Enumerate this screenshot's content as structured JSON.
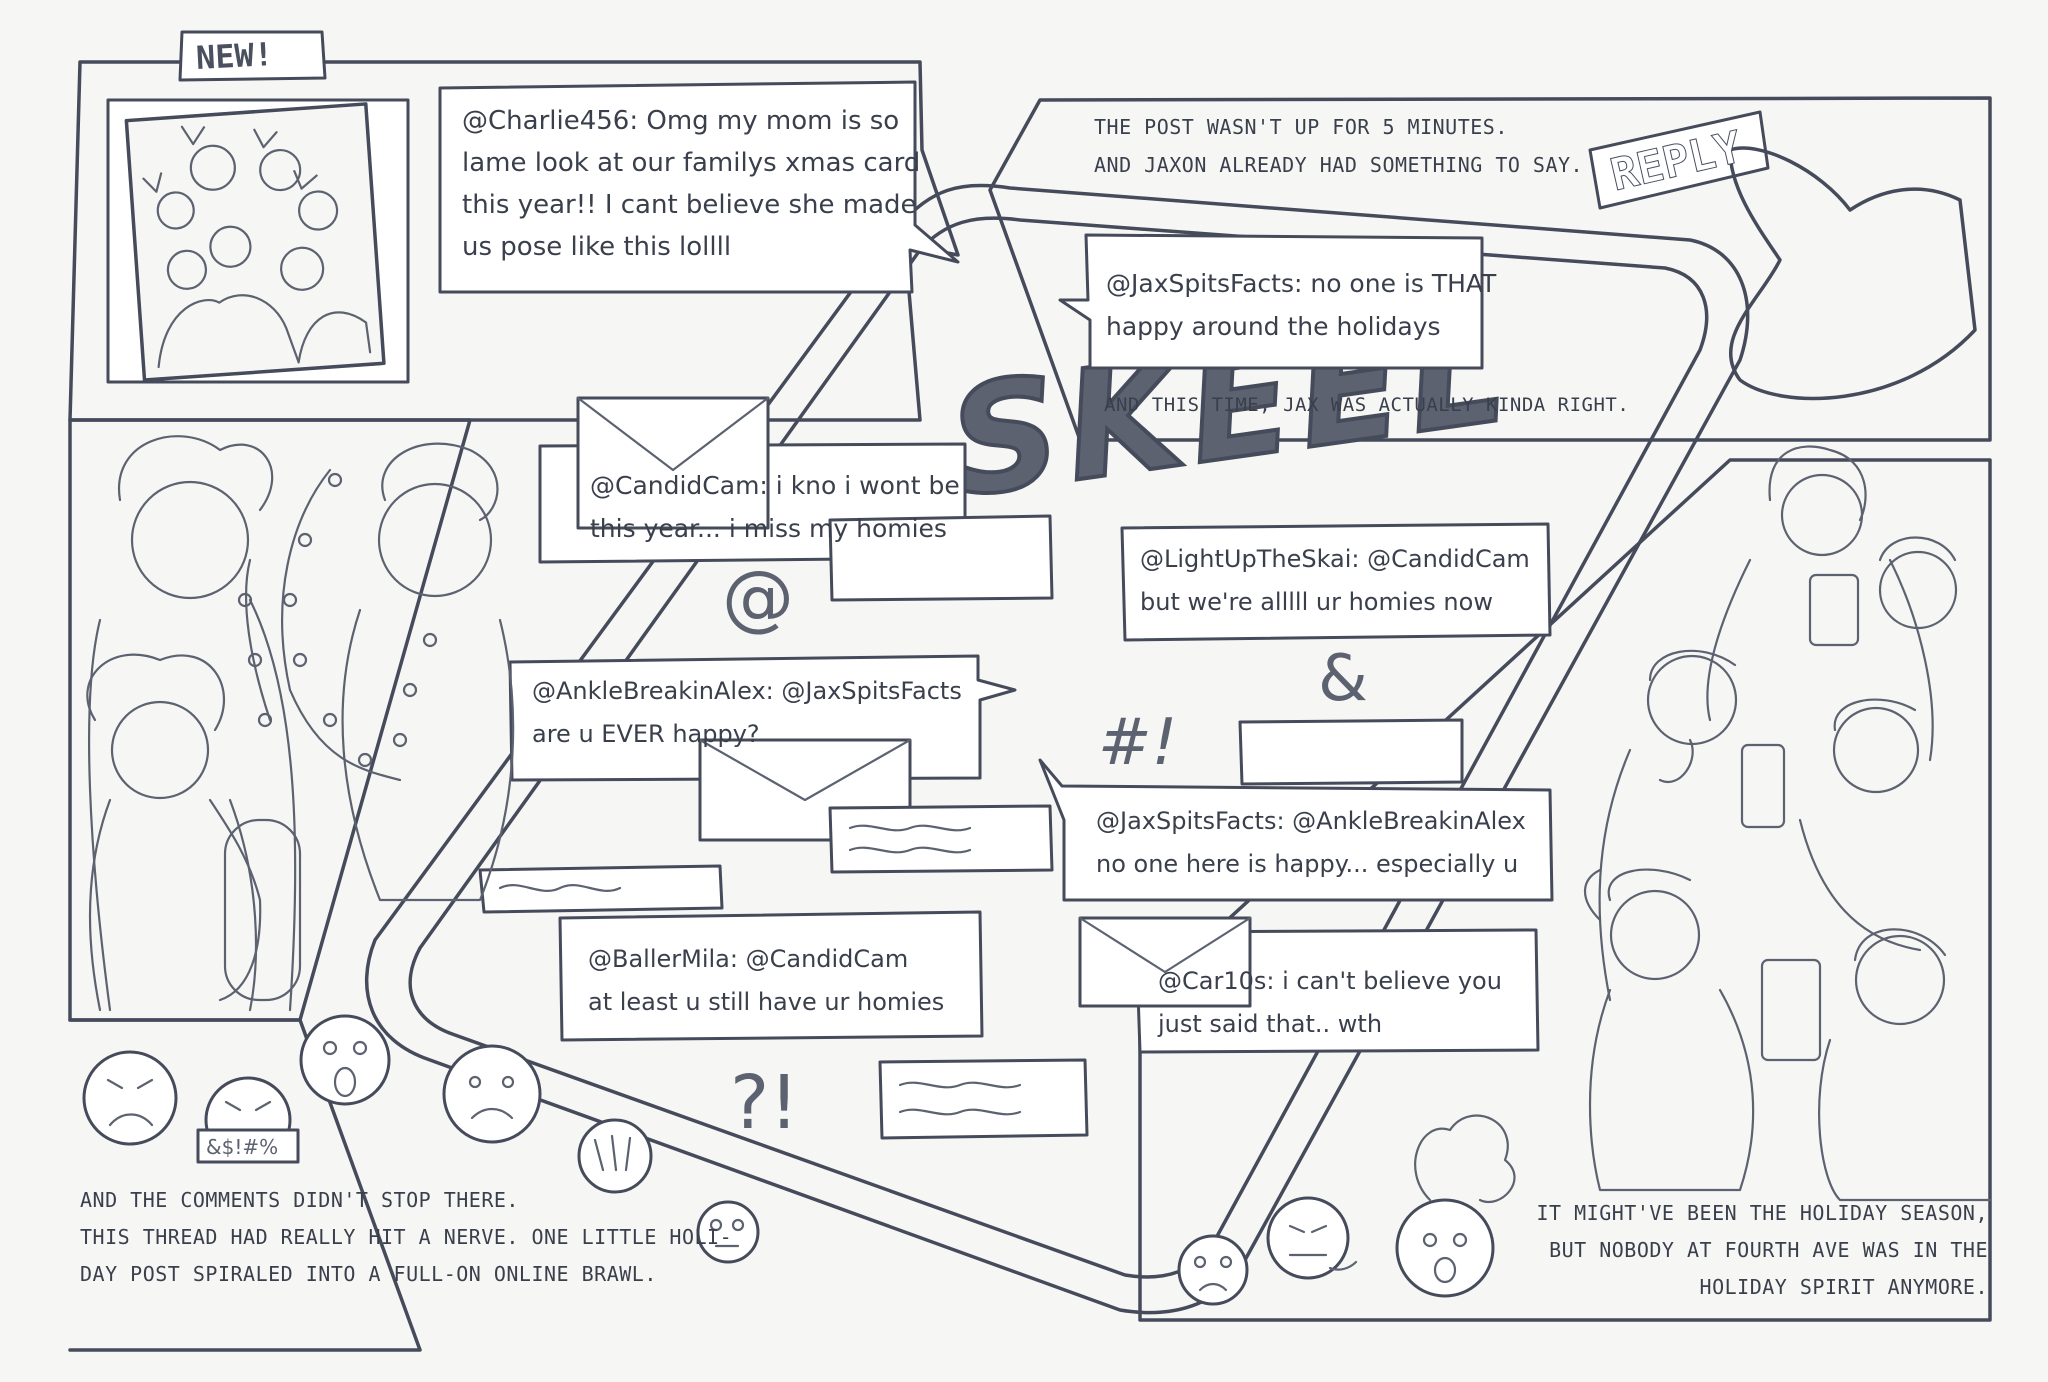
{
  "new_label": "NEW!",
  "reply_label": "REPLY",
  "app_logo": "SKEEL",
  "charlie_post": {
    "line1": "@Charlie456: Omg my mom is so",
    "line2": "lame look at our familys xmas card",
    "line3": "this year!! I cant believe she made",
    "line4": "us pose like this lollll"
  },
  "caption_top": {
    "line1": "THE POST WASN'T UP FOR 5 MINUTES.",
    "line2": "AND JAXON ALREADY HAD SOMETHING TO SAY."
  },
  "jax_post": {
    "line1": "@JaxSpitsFacts: no one is THAT",
    "line2": "happy around the holidays"
  },
  "caption_mid": "AND THIS TIME, JAX WAS ACTUALLY KINDA RIGHT.",
  "candid_post": {
    "line1": "@CandidCam: i kno i wont be",
    "line2": "this year... i miss my homies"
  },
  "lightup_post": {
    "line1": "@LightUpTheSkai: @CandidCam",
    "line2": "but we're alllll ur homies now"
  },
  "alex_post": {
    "line1": "@AnkleBreakinAlex: @JaxSpitsFacts",
    "line2": "are u EVER happy?"
  },
  "jax_reply": {
    "line1": "@JaxSpitsFacts: @AnkleBreakinAlex",
    "line2": "no one here is happy... especially u"
  },
  "mila_post": {
    "line1": "@BallerMila: @CandidCam",
    "line2": "at least u still have ur homies"
  },
  "carlos_post": {
    "line1": "@Car10s: i can't believe you",
    "line2": "just said that.. wth"
  },
  "caption_bottom_left": {
    "line1": "AND THE COMMENTS DIDN'T STOP THERE.",
    "line2": "THIS THREAD HAD REALLY HIT A NERVE. ONE LITTLE HOLI-",
    "line3": "DAY POST SPIRALED INTO A FULL-ON ONLINE BRAWL."
  },
  "caption_bottom_right": {
    "line1": "IT MIGHT'VE BEEN THE HOLIDAY SEASON,",
    "line2": "BUT NOBODY AT FOURTH AVE WAS IN THE",
    "line3": "HOLIDAY SPIRIT ANYMORE."
  },
  "grawlix": "&$!#%",
  "symbols": {
    "at": "@",
    "ampersand": "&",
    "hash_bang": "#!",
    "question_bang": "?!"
  },
  "colors": {
    "ink": "#454b5a",
    "paper": "#f6f6f4",
    "text": "#3a3f4c"
  }
}
